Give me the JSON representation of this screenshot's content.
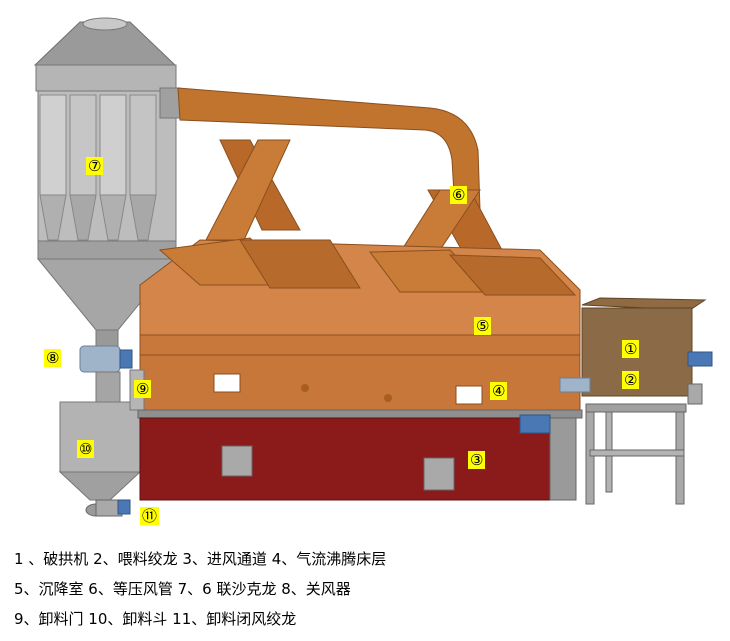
{
  "callouts": {
    "c1": "①",
    "c2": "②",
    "c3": "③",
    "c4": "④",
    "c5": "⑤",
    "c6": "⑥",
    "c7": "⑦",
    "c8": "⑧",
    "c9": "⑨",
    "c10": "⑩",
    "c11": "⑪"
  },
  "legend": {
    "line1": "1 、破拱机 2、喂料绞龙 3、进风通道 4、气流沸腾床层",
    "line2": "5、沉降室 6、等压风管 7、6 联沙克龙 8、关风器",
    "line3": "9、卸料门 10、卸料斗 11、卸料闭风绞龙"
  },
  "colors": {
    "housing": "#c87533",
    "housing_light": "#d98a4a",
    "housing_dark": "#a85e22",
    "duct": "#c0742e",
    "base_red": "#8b1a1a",
    "steel": "#a9a9a9",
    "steel_dark": "#7f7f7f",
    "motor_blue": "#4a78b5",
    "label_bg": "#ffff00"
  }
}
